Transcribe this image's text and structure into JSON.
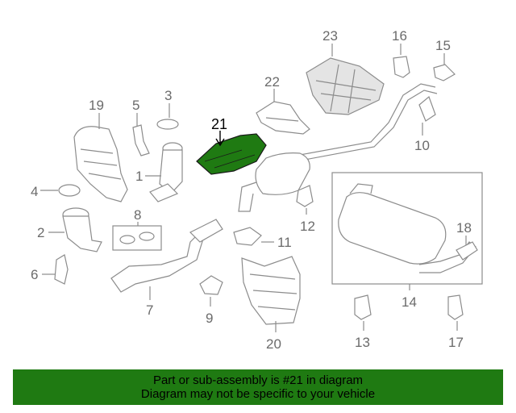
{
  "highlight": {
    "part_number": "21",
    "fill_color": "#1f7a12"
  },
  "callouts": {
    "c1": "1",
    "c2": "2",
    "c3": "3",
    "c4": "4",
    "c5": "5",
    "c6": "6",
    "c7": "7",
    "c8": "8",
    "c9": "9",
    "c10": "10",
    "c11": "11",
    "c12": "12",
    "c13": "13",
    "c14": "14",
    "c15": "15",
    "c16": "16",
    "c17": "17",
    "c18": "18",
    "c19": "19",
    "c20": "20",
    "c21": "21",
    "c22": "22",
    "c23": "23"
  },
  "banner": {
    "line1": "Part or sub-assembly is #21 in diagram",
    "line2": "Diagram may not be specific to your vehicle",
    "background": "#1f7a12"
  }
}
